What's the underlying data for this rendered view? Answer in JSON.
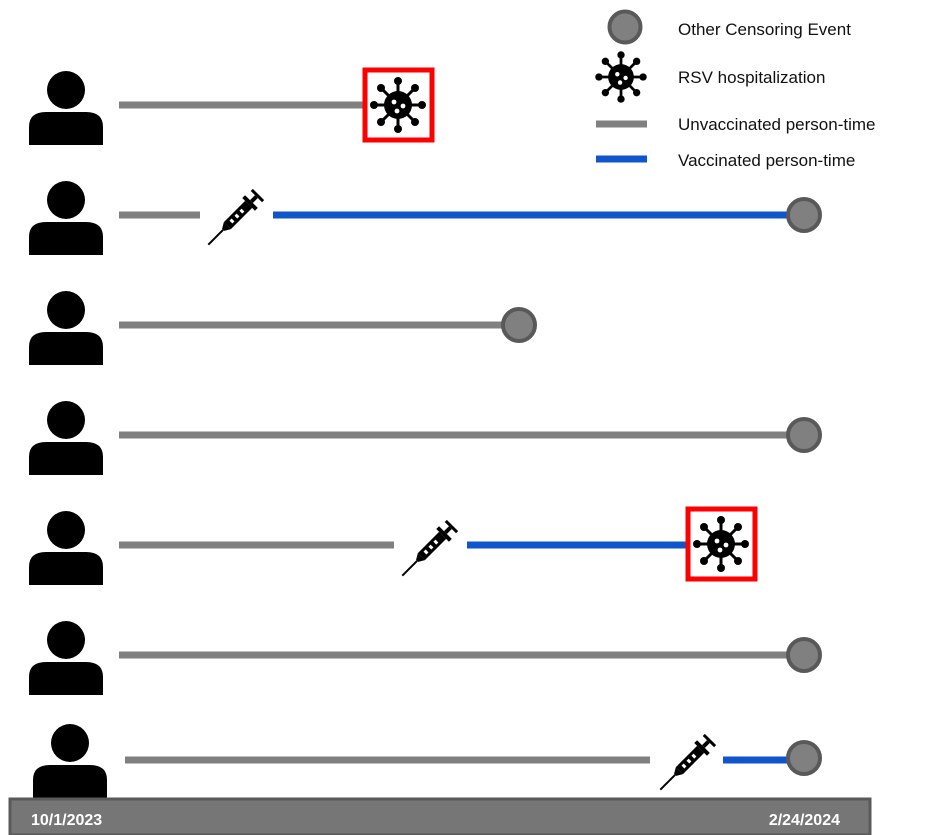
{
  "legend": {
    "censoring_label": "Other Censoring Event",
    "hospitalization_label": "RSV hospitalization",
    "unvaccinated_label": "Unvaccinated person-time",
    "vaccinated_label": "Vaccinated person-time"
  },
  "axis": {
    "start_label": "10/1/2023",
    "end_label": "2/24/2024"
  },
  "colors": {
    "unvaccinated": "#808080",
    "vaccinated": "#1155cc",
    "censor_fill": "#808080",
    "censor_stroke": "#595959",
    "hospital_frame": "#ff0000",
    "axis_bar": "#767676",
    "person": "#000000"
  },
  "icons": {
    "person": "person-icon",
    "syringe": "syringe-icon",
    "virus": "virus-icon",
    "censor": "censor-circle-icon"
  },
  "rows": [
    {
      "person": 1,
      "segments": [
        "unvaccinated"
      ],
      "outcome": "RSV hospitalization"
    },
    {
      "person": 2,
      "segments": [
        "unvaccinated",
        "vaccination",
        "vaccinated"
      ],
      "outcome": "Other Censoring Event"
    },
    {
      "person": 3,
      "segments": [
        "unvaccinated"
      ],
      "outcome": "Other Censoring Event"
    },
    {
      "person": 4,
      "segments": [
        "unvaccinated"
      ],
      "outcome": "Other Censoring Event"
    },
    {
      "person": 5,
      "segments": [
        "unvaccinated",
        "vaccination",
        "vaccinated"
      ],
      "outcome": "RSV hospitalization"
    },
    {
      "person": 6,
      "segments": [
        "unvaccinated"
      ],
      "outcome": "Other Censoring Event"
    },
    {
      "person": 7,
      "segments": [
        "unvaccinated",
        "vaccination",
        "vaccinated"
      ],
      "outcome": "Other Censoring Event"
    }
  ]
}
